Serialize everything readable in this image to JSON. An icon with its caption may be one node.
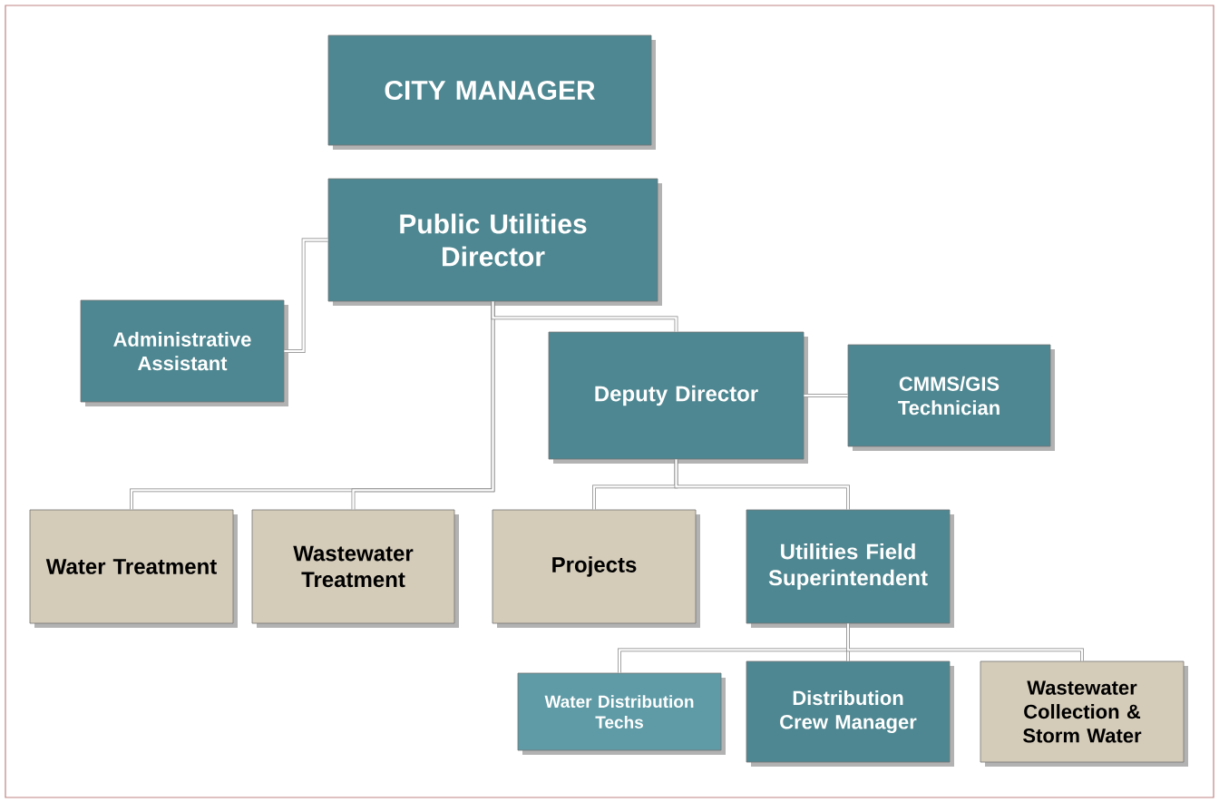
{
  "diagram": {
    "nodes": [
      {
        "text": [
          "CITY MANAGER"
        ]
      },
      {
        "text": [
          "Public Utilities Director"
        ]
      },
      {
        "text": [
          "Administrative Assistant"
        ]
      },
      {
        "text": [
          "Deputy Director"
        ]
      },
      {
        "text": [
          "CMMS/GIS Technician"
        ]
      },
      {
        "text": [
          "Water Treatment"
        ]
      },
      {
        "text": [
          "Wastewater Treatment"
        ]
      },
      {
        "text": [
          "Projects"
        ]
      },
      {
        "text": [
          "Utilities Field Superintendent"
        ]
      },
      {
        "text": [
          "Water Distribution Techs"
        ]
      },
      {
        "text": [
          "Distribution Crew Manager"
        ]
      },
      {
        "text": [
          "Wastewater Collection & Storm Water"
        ]
      }
    ],
    "edges": [
      {
        "from": 1,
        "to": 2,
        "arrow": "none"
      },
      {
        "from": 1,
        "to": 5,
        "arrow": "none"
      },
      {
        "from": 1,
        "to": 6,
        "arrow": "none"
      },
      {
        "from": 1,
        "to": 3,
        "arrow": "none"
      },
      {
        "from": 3,
        "to": 4,
        "arrow": "none"
      },
      {
        "from": 3,
        "to": 7,
        "arrow": "none"
      },
      {
        "from": 3,
        "to": 8,
        "arrow": "none"
      },
      {
        "from": 8,
        "to": 9,
        "arrow": "none"
      },
      {
        "from": 8,
        "to": 10,
        "arrow": "none"
      },
      {
        "from": 8,
        "to": 11,
        "arrow": "none"
      }
    ]
  }
}
